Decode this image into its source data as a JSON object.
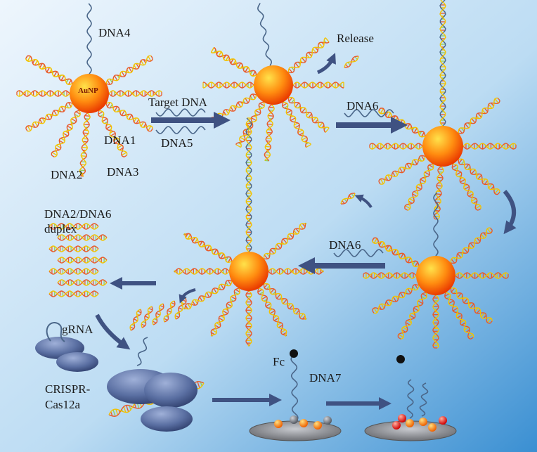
{
  "labels": {
    "auNP": "AuNP",
    "dna4": "DNA4",
    "dna1": "DNA1",
    "dna2": "DNA2",
    "dna3": "DNA3",
    "targetDna": "Target DNA",
    "dna5": "DNA5",
    "release": "Release",
    "dna6_top": "DNA6",
    "dna6_mid": "DNA6",
    "duplex_line1": "DNA2/DNA6",
    "duplex_line2": "duplex",
    "grna": "gRNA",
    "crispr_line1": "CRISPR-",
    "crispr_line2": "Cas12a",
    "fc": "Fc",
    "dna7": "DNA7"
  },
  "colors": {
    "background_light": "#eaf4fc",
    "background_dark": "#3f93d3",
    "arrow": "#3f5282",
    "nanoparticle_core": "#ffd23a",
    "nanoparticle_edge": "#ee3a00",
    "dna_single_strand": "#4a6689",
    "dna_duplex_a": "#f2c200",
    "dna_duplex_b": "#e85a2a",
    "dna_duplex_c": "#8fcf5a",
    "dna3_strand": "#7a5aa8",
    "cas_protein": "#506596",
    "electrode": "#8a8c90"
  }
}
